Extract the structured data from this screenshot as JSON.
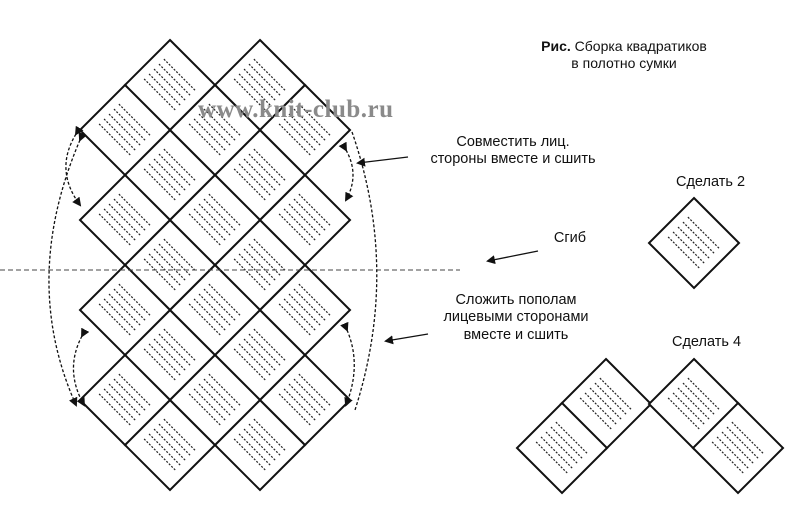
{
  "figure": {
    "caption_bold": "Рис.",
    "caption_line1": "Сборка квадратиков",
    "caption_line2": "в полотно сумки"
  },
  "watermark": "www.knit-club.ru",
  "labels": {
    "join_line1": "Совместить лиц.",
    "join_line2": "стороны вместе и сшить",
    "fold": "Сгиб",
    "halve_line1": "Сложить пополам",
    "halve_line2": "лицевыми сторонами",
    "halve_line3": "вместе и сшить",
    "make2": "Сделать 2",
    "make4": "Сделать 4"
  },
  "colors": {
    "ink": "#111111",
    "fold_line": "#444444",
    "watermark": "#8a8a8a"
  }
}
